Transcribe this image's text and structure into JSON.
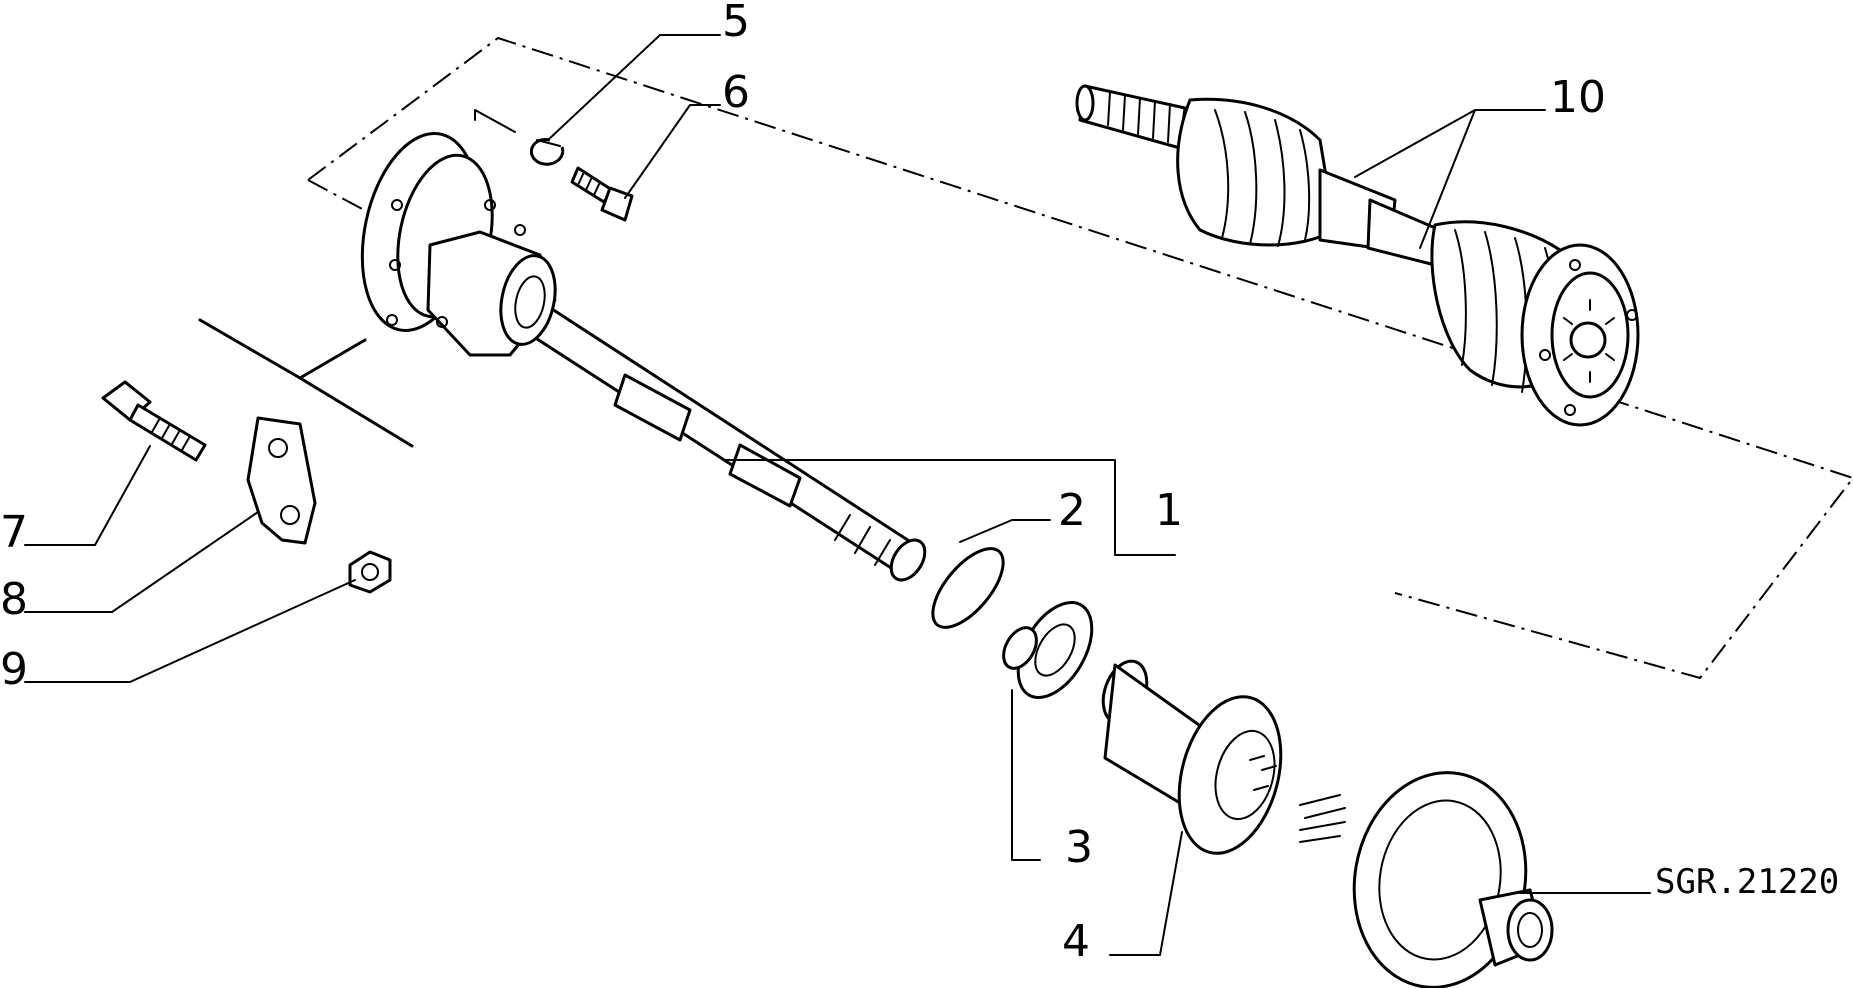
{
  "callouts": {
    "c1": "1",
    "c2": "2",
    "c3": "3",
    "c4": "4",
    "c5": "5",
    "c6": "6",
    "c7": "7",
    "c8": "8",
    "c9": "9",
    "c10": "10"
  },
  "drawing_code": "SGR.21220"
}
